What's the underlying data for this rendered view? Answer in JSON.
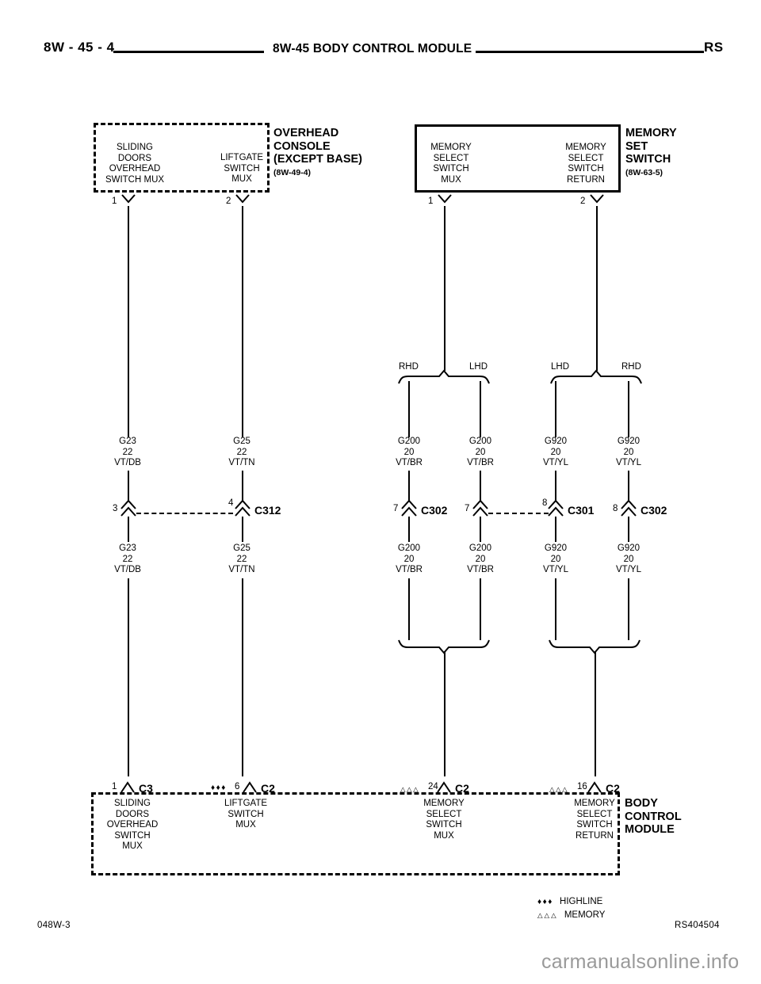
{
  "header": {
    "left": "8W - 45 - 4",
    "center": "8W-45 BODY CONTROL MODULE",
    "right": "RS"
  },
  "components": {
    "overhead_console": {
      "name_lines": [
        "OVERHEAD",
        "CONSOLE",
        "(EXCEPT BASE)"
      ],
      "reference": "(8W-49-4)",
      "pins": [
        {
          "number": "1",
          "desc": [
            "SLIDING",
            "DOORS",
            "OVERHEAD",
            "SWITCH MUX"
          ]
        },
        {
          "number": "2",
          "desc": [
            "LIFTGATE",
            "SWITCH",
            "MUX"
          ]
        }
      ]
    },
    "memory_set_switch": {
      "name_lines": [
        "MEMORY",
        "SET",
        "SWITCH"
      ],
      "reference": "(8W-63-5)",
      "pins": [
        {
          "number": "1",
          "desc": [
            "MEMORY",
            "SELECT",
            "SWITCH",
            "MUX"
          ]
        },
        {
          "number": "2",
          "desc": [
            "MEMORY",
            "SELECT",
            "SWITCH",
            "RETURN"
          ]
        }
      ]
    },
    "body_control_module": {
      "name_lines": [
        "BODY",
        "CONTROL",
        "MODULE"
      ],
      "pins": [
        {
          "number": "1",
          "connector": "C3",
          "marker": "",
          "desc": [
            "SLIDING",
            "DOORS",
            "OVERHEAD",
            "SWITCH",
            "MUX"
          ]
        },
        {
          "number": "6",
          "connector": "C2",
          "marker": "♦♦♦",
          "desc": [
            "LIFTGATE",
            "SWITCH",
            "MUX"
          ]
        },
        {
          "number": "24",
          "connector": "C2",
          "marker": "△△△",
          "desc": [
            "MEMORY",
            "SELECT",
            "SWITCH",
            "MUX"
          ]
        },
        {
          "number": "16",
          "connector": "C2",
          "marker": "△△△",
          "desc": [
            "MEMORY",
            "SELECT",
            "SWITCH",
            "RETURN"
          ]
        }
      ]
    }
  },
  "wires": {
    "upper": [
      {
        "circuit": "G23",
        "gauge": "22",
        "color": "VT/DB"
      },
      {
        "circuit": "G25",
        "gauge": "22",
        "color": "VT/TN"
      },
      {
        "circuit": "G200",
        "gauge": "20",
        "color": "VT/BR"
      },
      {
        "circuit": "G200",
        "gauge": "20",
        "color": "VT/BR"
      },
      {
        "circuit": "G920",
        "gauge": "20",
        "color": "VT/YL"
      },
      {
        "circuit": "G920",
        "gauge": "20",
        "color": "VT/YL"
      }
    ],
    "lower": [
      {
        "circuit": "G23",
        "gauge": "22",
        "color": "VT/DB"
      },
      {
        "circuit": "G25",
        "gauge": "22",
        "color": "VT/TN"
      },
      {
        "circuit": "G200",
        "gauge": "20",
        "color": "VT/BR"
      },
      {
        "circuit": "G200",
        "gauge": "20",
        "color": "VT/BR"
      },
      {
        "circuit": "G920",
        "gauge": "20",
        "color": "VT/YL"
      },
      {
        "circuit": "G920",
        "gauge": "20",
        "color": "VT/YL"
      }
    ]
  },
  "inline_connectors": [
    {
      "pin": "3",
      "name": "C312"
    },
    {
      "pin": "4",
      "name": "C312"
    },
    {
      "pin": "7",
      "name": "C302"
    },
    {
      "pin": "7",
      "name": ""
    },
    {
      "pin": "8",
      "name": "C301"
    },
    {
      "pin": "8",
      "name": "C302"
    }
  ],
  "splice_branches": {
    "left_pair": {
      "left": "RHD",
      "right": "LHD"
    },
    "right_pair": {
      "left": "LHD",
      "right": "RHD"
    }
  },
  "legend": [
    {
      "symbol": "♦♦♦",
      "label": "HIGHLINE"
    },
    {
      "symbol": "△△△",
      "label": "MEMORY"
    }
  ],
  "footer": {
    "left": "048W-3",
    "right": "RS404504"
  },
  "watermark": "carmanualsonline.info"
}
